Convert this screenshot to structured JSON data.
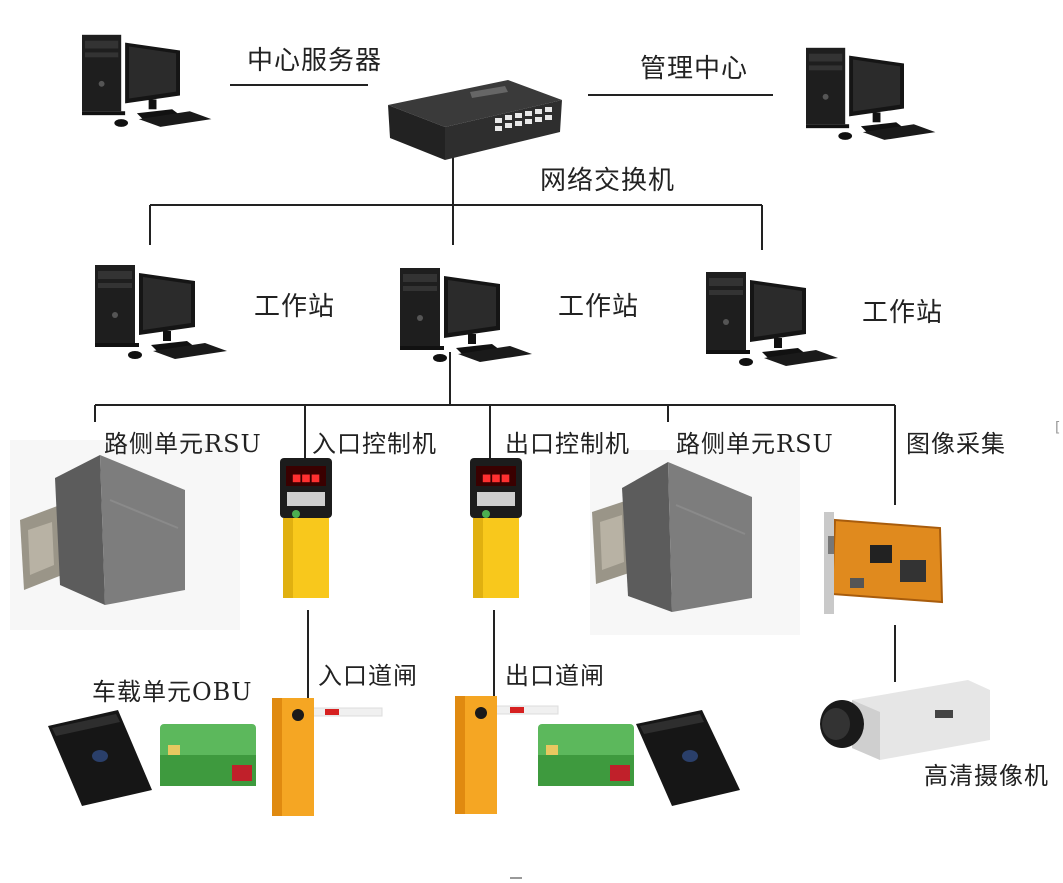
{
  "labels": {
    "center_server": "中心服务器",
    "management_center": "管理中心",
    "network_switch": "网络交换机",
    "workstation_1": "工作站",
    "workstation_2": "工作站",
    "workstation_3": "工作站",
    "rsu_left": "路侧单元RSU",
    "entry_controller": "入口控制机",
    "exit_controller": "出口控制机",
    "rsu_right": "路侧单元RSU",
    "image_capture": "图像采集",
    "obu": "车载单元OBU",
    "entry_gate": "入口道闸",
    "exit_gate": "出口道闸",
    "hd_camera": "高清摄像机"
  },
  "colors": {
    "line": "#222222",
    "computer_case": "#1b1b1b",
    "gate_yellow": "#f5a623",
    "controller_yellow": "#f8c81c",
    "rsu_gray": "#7a7a7a",
    "card_green": "#4caf50",
    "pcb_orange": "#e08a1e",
    "led_red": "#d62020"
  }
}
